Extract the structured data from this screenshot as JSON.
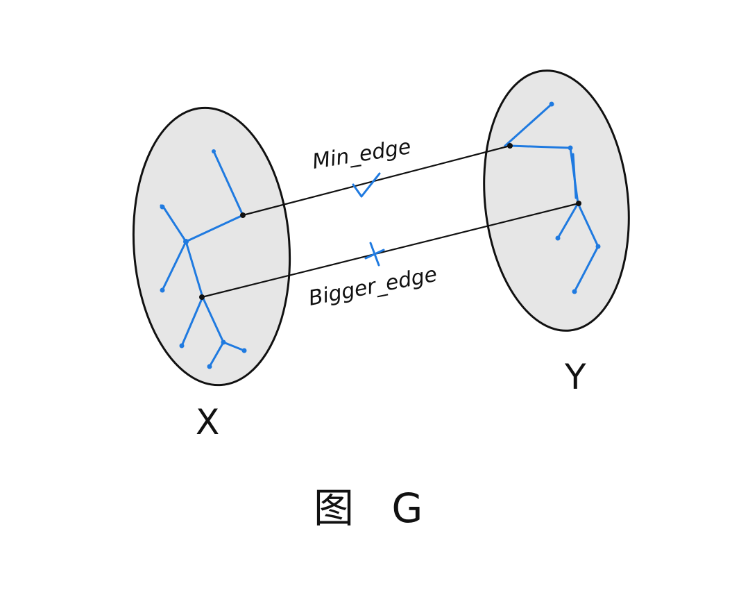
{
  "figure": {
    "title": "图 G"
  },
  "sets": {
    "left_label": "X",
    "right_label": "Y"
  },
  "edges": {
    "upper_label": "Min_edge",
    "lower_label": "Bigger_edge",
    "upper_mark": "check-mark",
    "lower_mark": "cross-mark"
  },
  "colors": {
    "tree": "#1f7ae0",
    "set_fill": "#e6e6e6",
    "ink": "#111111"
  }
}
